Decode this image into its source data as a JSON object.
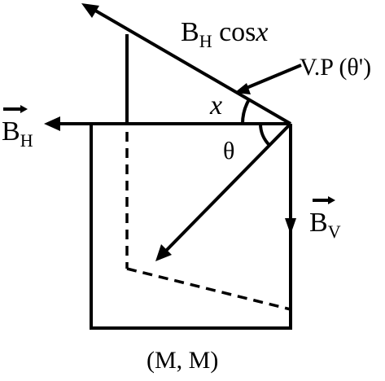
{
  "labels": {
    "bh_cosx_main": "B",
    "bh_cosx_sub": "H",
    "bh_cosx_func": " cos",
    "bh_cosx_var": "x",
    "vp": "V.P (θ')",
    "angle_x": "x",
    "angle_theta": "θ",
    "bh_main": "B",
    "bh_sub": "H",
    "bv_main": "B",
    "bv_sub": "V",
    "mm": "(M, M)"
  },
  "colors": {
    "ink": "#000000",
    "background": "#ffffff"
  }
}
